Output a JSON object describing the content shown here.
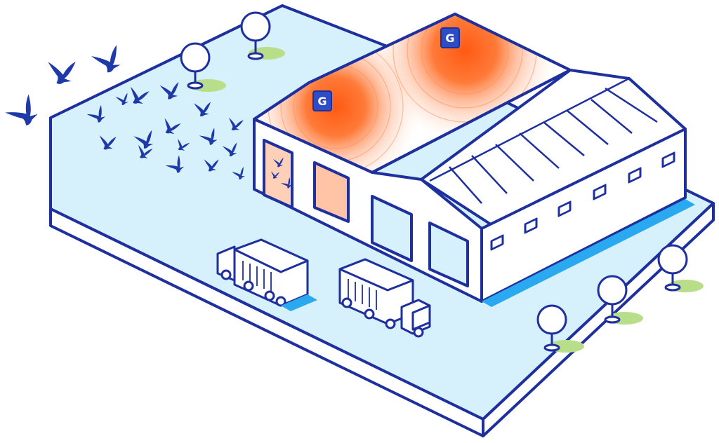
{
  "illustration": {
    "subject": "warehouse-bird-deterrent",
    "colors": {
      "outline": "#1e2f9e",
      "ground": "#d6f1fb",
      "slab_side": "#ffffff",
      "wall": "#ffffff",
      "roof_panel": "#ffffff",
      "signal_core": "#ff6a1f",
      "signal_ring": "#ff8a4c",
      "tree_shadow": "#b9de8a",
      "bird": "#1e3aa8",
      "accent_shadow": "#2aa8f0",
      "device_badge": "#2e4cc4"
    },
    "device_badge_letter": "G",
    "device_count": 2,
    "truck_count": 2,
    "tree_count": 5,
    "bird_count": 22
  }
}
